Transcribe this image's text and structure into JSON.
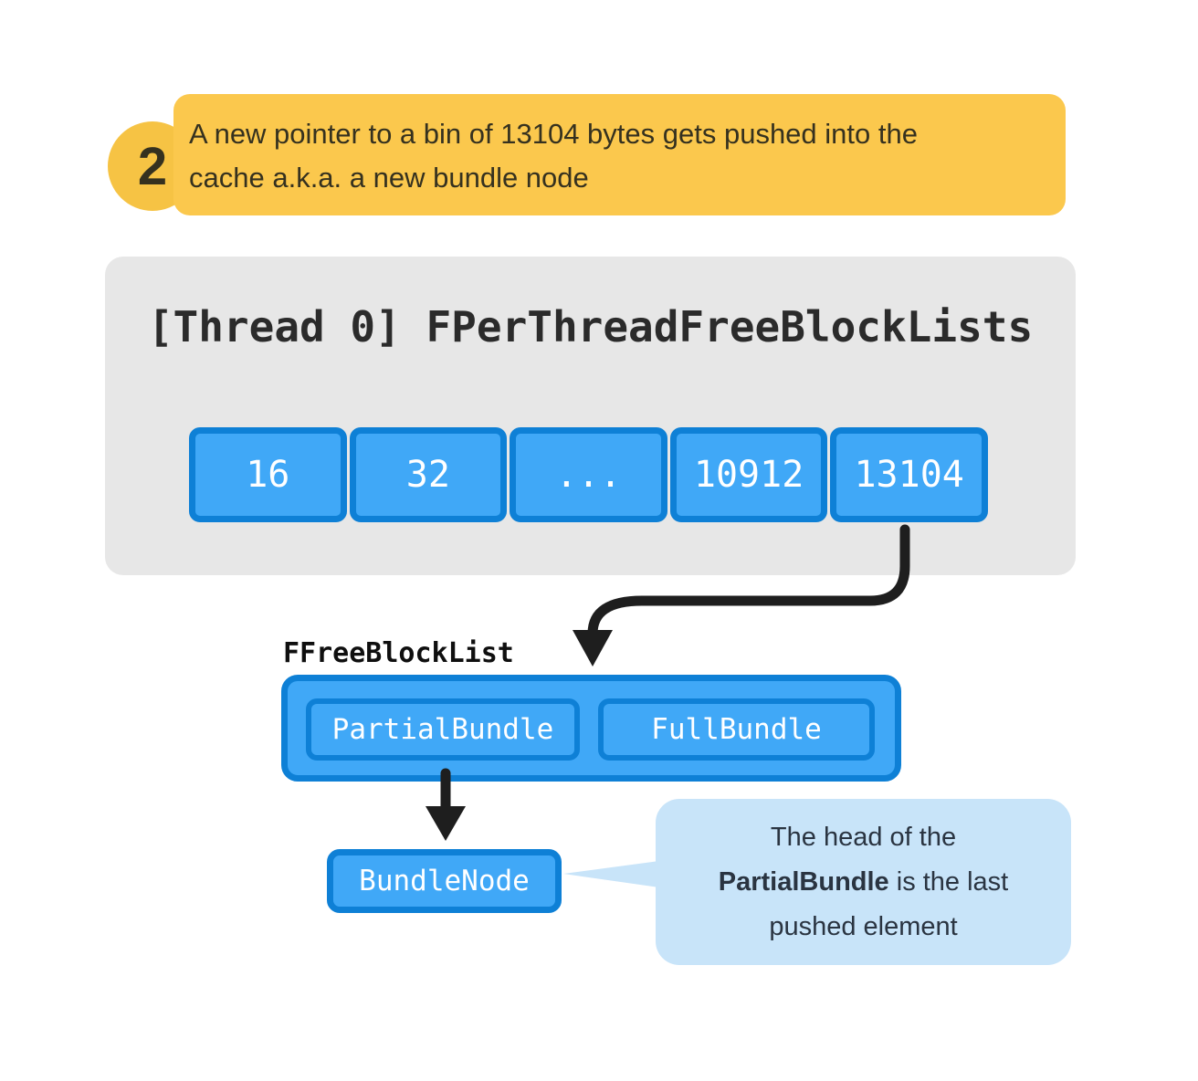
{
  "step": {
    "badge": "2",
    "lines": [
      "A new pointer to a bin of 13104 bytes gets pushed into the",
      "cache a.k.a. a new bundle node"
    ]
  },
  "thread_block": {
    "title": "[Thread 0] FPerThreadFreeBlockLists",
    "bins": [
      "16",
      "32",
      "...",
      "10912",
      "13104"
    ]
  },
  "free_block_list": {
    "label": "FFreeBlockList",
    "children": [
      "PartialBundle",
      "FullBundle"
    ]
  },
  "bundle_node": {
    "label": "BundleNode"
  },
  "note": {
    "line1": "The head of the",
    "line2_bold": "PartialBundle",
    "line2_rest": " is the last",
    "line3": "pushed element"
  },
  "colors": {
    "yellow": "#FBC84D",
    "badge-yellow": "#F6C344",
    "gray-panel": "#E7E7E7",
    "blue-fill": "#40A8F7",
    "blue-border": "#0E80D6",
    "note-blue": "#C8E4F9",
    "arrow-black": "#1E1E1E",
    "text-dark": "#2B2B2B",
    "note-text": "#2A3441",
    "step-text": "#35311F"
  }
}
